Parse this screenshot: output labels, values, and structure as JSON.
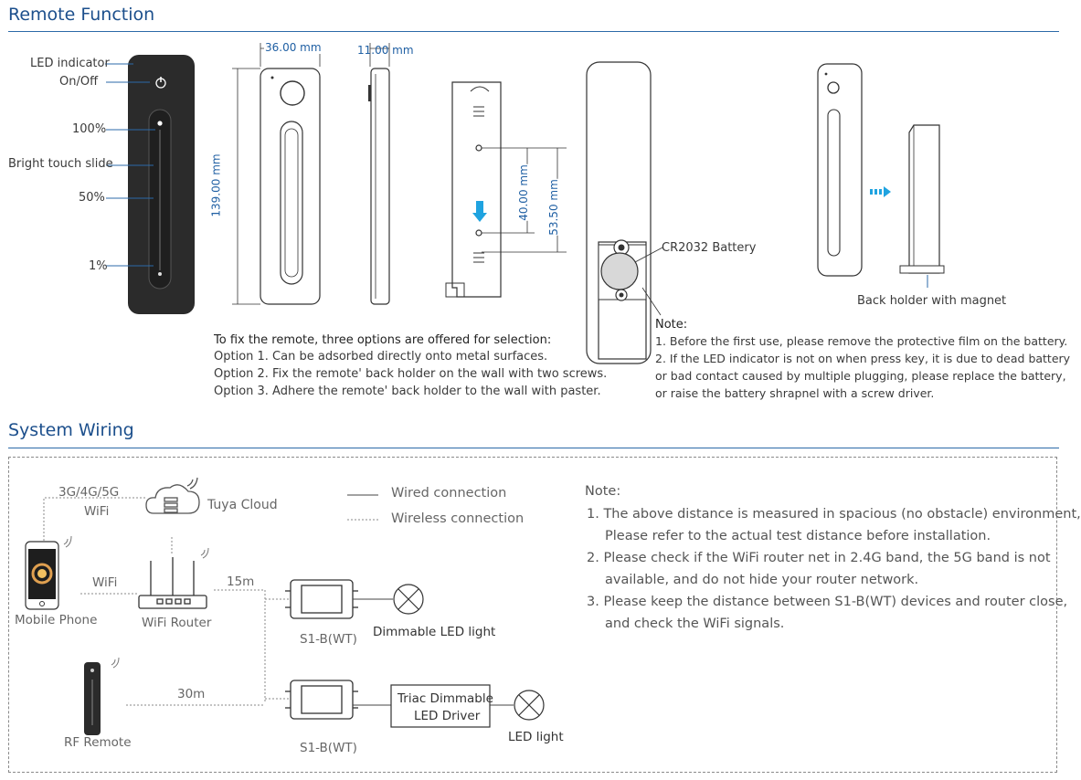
{
  "remote_function": {
    "title": "Remote Function",
    "labels": {
      "led_indicator": "LED indicator",
      "on_off": "On/Off",
      "p100": "100%",
      "bright_touch_slide": "Bright touch slide",
      "p50": "50%",
      "p1": "1%"
    },
    "dimensions": {
      "width": "36.00 mm",
      "depth": "11.00 mm",
      "height": "139.00 mm",
      "hole_spacing": "40.00 mm",
      "hole_span": "53.50 mm"
    },
    "battery_label": "CR2032 Battery",
    "back_holder_label": "Back holder with magnet",
    "fix_options": {
      "heading": "To fix the remote, three options are offered for selection:",
      "options": [
        "Option 1. Can be adsorbed directly onto metal surfaces.",
        "Option 2. Fix the remote' back holder on the wall with two screws.",
        "Option 3. Adhere the remote' back holder to the wall with paster."
      ]
    },
    "note": {
      "heading": "Note:",
      "lines": [
        "1. Before the first use, please remove the protective film on the battery.",
        "2. If the LED indicator is not on when press key, it is due to dead battery",
        "or bad contact caused by multiple plugging, please replace the battery,",
        "or raise the battery shrapnel with a screw driver."
      ]
    }
  },
  "system_wiring": {
    "title": "System Wiring",
    "network_label_1": "3G/4G/5G",
    "network_label_2": "WiFi",
    "tuya_cloud": "Tuya Cloud",
    "legend_wired": "Wired connection",
    "legend_wireless": "Wireless connection",
    "wifi_link": "WiFi",
    "mobile_phone": "Mobile Phone",
    "wifi_router": "WiFi Router",
    "distance_15m": "15m",
    "distance_30m": "30m",
    "s1_label_1": "S1-B(WT)",
    "s1_label_2": "S1-B(WT)",
    "dimmable_led_light": "Dimmable LED light",
    "triac_line1": "Triac Dimmable",
    "triac_line2": "LED Driver",
    "led_light": "LED light",
    "rf_remote": "RF Remote",
    "note": {
      "heading": "Note:",
      "lines": [
        "1. The above distance is measured in spacious (no obstacle) environment,",
        "Please refer to the actual test distance before installation.",
        "2. Please check if the WiFi router net in 2.4G band, the 5G band is not",
        "available, and do not hide your router network.",
        "3. Please keep the distance between S1-B(WT) devices and router close,",
        "and check the WiFi signals."
      ]
    }
  }
}
